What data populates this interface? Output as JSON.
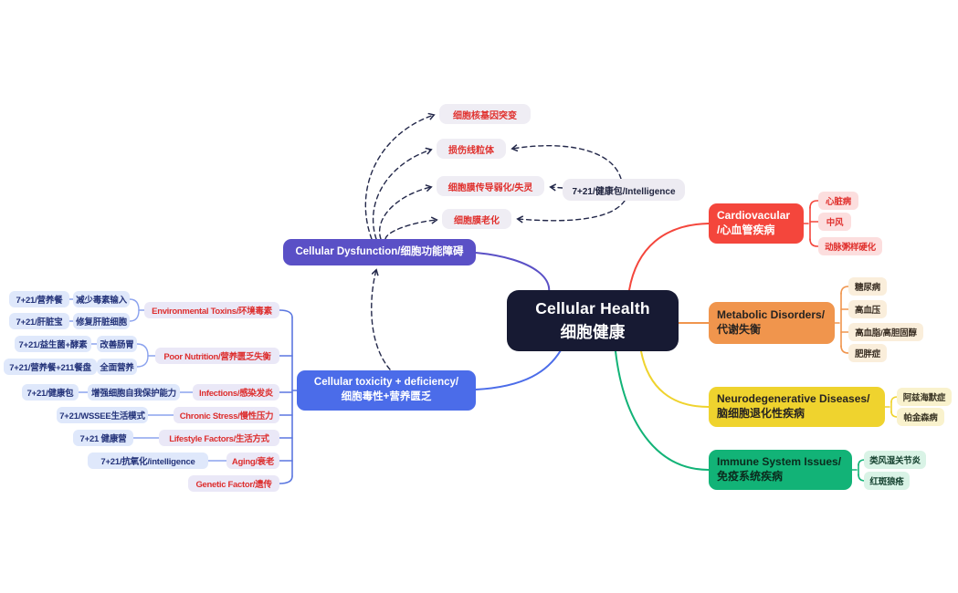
{
  "center": {
    "en": "Cellular Health",
    "zh": "细胞健康"
  },
  "nodes": {
    "dysfunction": "Cellular Dysfunction/细胞功能障碍",
    "toxicity_en": "Cellular toxicity + deficiency/",
    "toxicity_zh": "细胞毒性+营养匮乏",
    "intelligence": "7+21/健康包/Intelligence"
  },
  "effects": {
    "gene_mutation": "细胞核基因突变",
    "mitochondria": "损伤线粒体",
    "membrane_signal": "细胞膜传导弱化/失灵",
    "membrane_aging": "细胞膜老化"
  },
  "left": {
    "rows": [
      {
        "product": "7+21/营养餐",
        "benefit": "减少毒素输入"
      },
      {
        "product": "7+21/肝脏宝",
        "benefit": "修复肝脏细胞"
      },
      {
        "product": "7+21/益生菌+酵素",
        "benefit": "改善肠胃"
      },
      {
        "product": "7+21/营养餐+211餐盘",
        "benefit": "全面营养"
      },
      {
        "product": "7+21/健康包",
        "benefit": "增强细胞自我保护能力"
      },
      {
        "product": "7+21/WSSEE生活模式"
      },
      {
        "product": "7+21 健康营"
      },
      {
        "product": "7+21/抗氧化/intelligence"
      }
    ],
    "causes": {
      "env_toxins": "Environmental Toxins/环境毒素",
      "poor_nutrition": "Poor Nutrition/营养匮乏失衡",
      "infections": "Infections/感染发炎",
      "chronic_stress": "Chronic Stress/慢性压力",
      "lifestyle": "Lifestyle Factors/生活方式",
      "aging": "Aging/衰老",
      "genetic": "Genetic Factor/遗传"
    }
  },
  "branches": {
    "cardio": {
      "en": "Cardiovacular",
      "zh": "/心血管疾病",
      "children": [
        "心脏病",
        "中风",
        "动脉粥样硬化"
      ]
    },
    "metabolic": {
      "en": "Metabolic Disorders/",
      "zh": "代谢失衡",
      "children": [
        "糖尿病",
        "高血压",
        "高血脂/高胆固醇",
        "肥胖症"
      ]
    },
    "neuro": {
      "en": "Neurodegenerative Diseases/",
      "zh": "脑细胞退化性疾病",
      "children": [
        "阿兹海默症",
        "帕金森病"
      ]
    },
    "immune": {
      "en": "Immune System Issues/",
      "zh": "免疫系统疾病",
      "children": [
        "类风湿关节炎",
        "红斑狼疮"
      ]
    }
  },
  "colors": {
    "center_bg": "#171a33",
    "purple": "#5a50c6",
    "blue": "#4b6ce9",
    "red": "#f4463c",
    "orange": "#f0954d",
    "yellow": "#efd32e",
    "green": "#12b377",
    "dashed_line": "#23284a",
    "red_text": "#e0302d",
    "navy_text": "#24337a",
    "light_blue_line": "#8ca3ee",
    "trunk_blue": "#5b77e0"
  }
}
